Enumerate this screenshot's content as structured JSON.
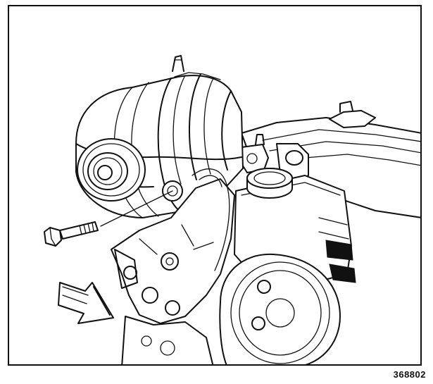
{
  "figure": {
    "number": "368802"
  },
  "diagram": {
    "components": [
      {
        "name": "generator",
        "icon": "generator-icon"
      },
      {
        "name": "generator-bolt",
        "icon": "bolt-icon"
      },
      {
        "name": "power-steering-pump-pulley",
        "icon": "pulley-icon"
      },
      {
        "name": "reservoir-cap",
        "icon": "cap-icon"
      },
      {
        "name": "mounting-bracket",
        "icon": "bracket-icon"
      },
      {
        "name": "direction-arrow",
        "icon": "arrow-icon"
      }
    ]
  }
}
